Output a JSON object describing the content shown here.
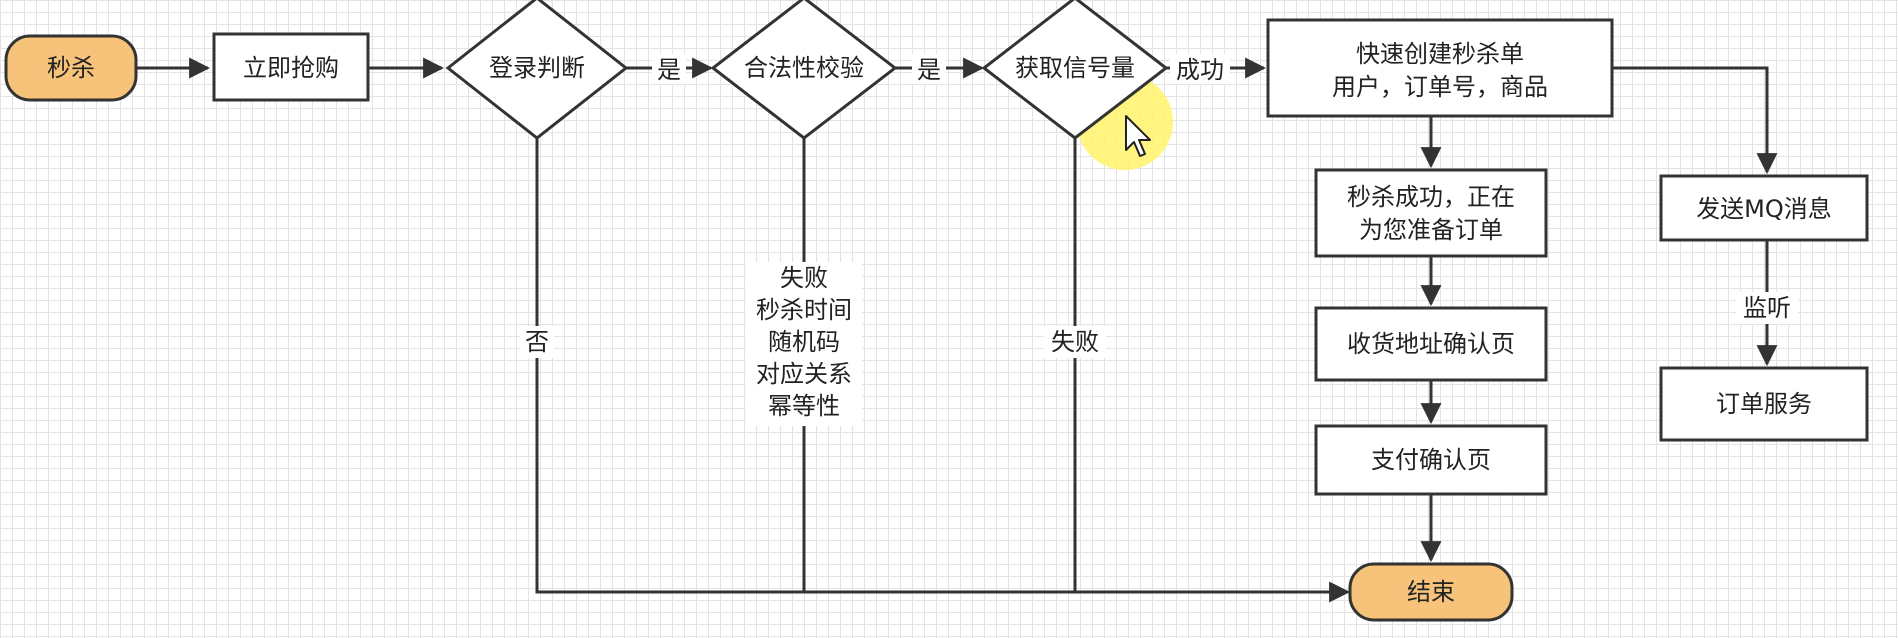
{
  "colors": {
    "terminal_fill": "#f7c27a",
    "mq_fill": "#4dd94d",
    "stroke": "#333333",
    "highlight": "#fff36a"
  },
  "nodes": {
    "start": "秒杀",
    "buy_now": "立即抢购",
    "login_check": "登录判断",
    "validity_check": "合法性校验",
    "get_semaphore": "获取信号量",
    "create_order_line1": "快速创建秒杀单",
    "create_order_line2": "用户，订单号，商品",
    "success_line1": "秒杀成功，正在",
    "success_line2": "为您准备订单",
    "address_confirm": "收货地址确认页",
    "pay_confirm": "支付确认页",
    "end": "结束",
    "send_mq": "发送MQ消息",
    "order_service": "订单服务"
  },
  "edge_labels": {
    "login_yes": "是",
    "validity_yes": "是",
    "semaphore_success": "成功",
    "login_no": "否",
    "validity_fail_lines": [
      "失败",
      "秒杀时间",
      "随机码",
      "对应关系",
      "幂等性"
    ],
    "semaphore_fail": "失败",
    "mq_listen": "监听"
  },
  "cursor": {
    "icon": "mouse-pointer-icon"
  }
}
